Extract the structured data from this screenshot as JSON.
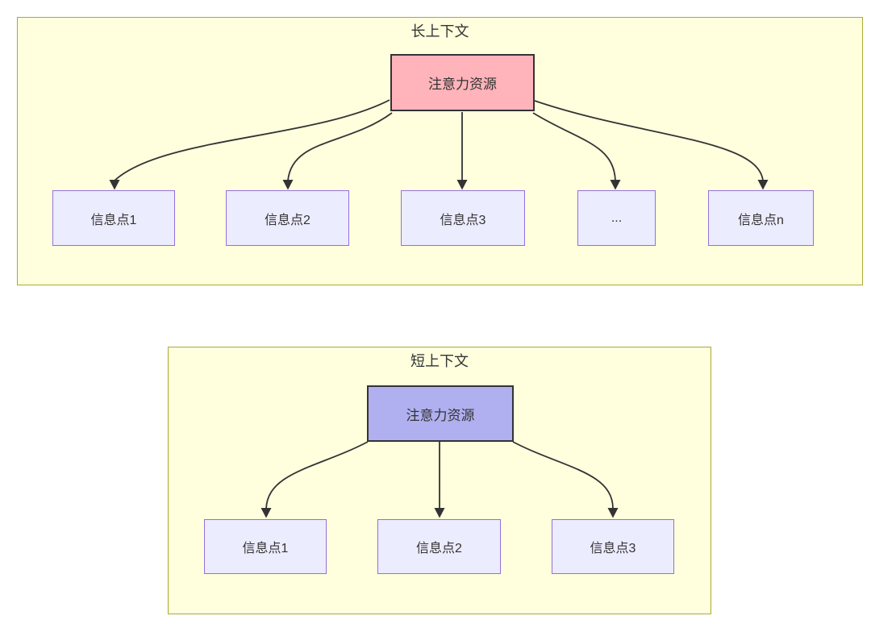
{
  "colors": {
    "container_fill": "#ffffde",
    "container_border": "#aaaa33",
    "node_fill": "#ececff",
    "node_border": "#9370db",
    "attention_long_fill": "#ffb3ba",
    "attention_short_fill": "#b0b0f0",
    "attention_border": "#333333",
    "edge_color": "#333333",
    "text_color": "#333333"
  },
  "long_context": {
    "title": "长上下文",
    "attention": "注意力资源",
    "nodes": [
      {
        "label": "信息点1"
      },
      {
        "label": "信息点2"
      },
      {
        "label": "信息点3"
      },
      {
        "label": "..."
      },
      {
        "label": "信息点n"
      }
    ]
  },
  "short_context": {
    "title": "短上下文",
    "attention": "注意力资源",
    "nodes": [
      {
        "label": "信息点1"
      },
      {
        "label": "信息点2"
      },
      {
        "label": "信息点3"
      }
    ]
  }
}
